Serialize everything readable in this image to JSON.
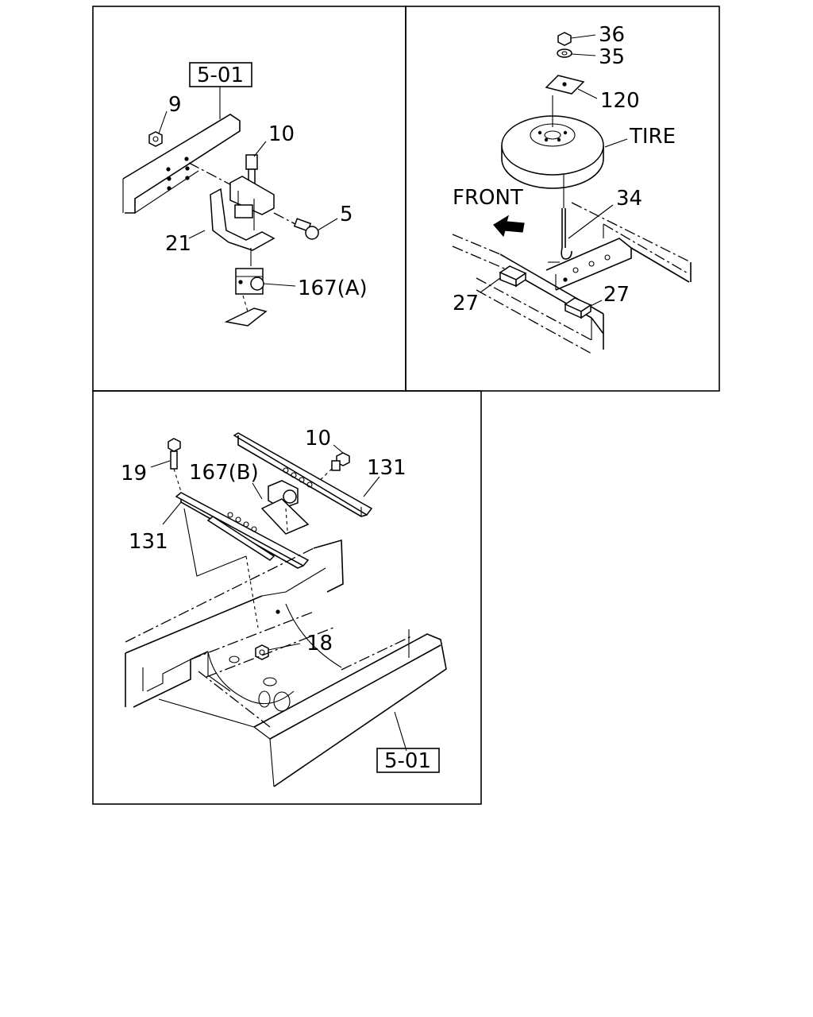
{
  "panels": {
    "top_left": {
      "reference": "5-01",
      "callouts": [
        "9",
        "10",
        "5",
        "21",
        "167(A)"
      ]
    },
    "top_right": {
      "callouts": [
        "36",
        "35",
        "120",
        "TIRE",
        "34",
        "27",
        "27"
      ],
      "direction_label": "FRONT"
    },
    "bottom": {
      "reference": "5-01",
      "callouts": [
        "10",
        "19",
        "167(B)",
        "131",
        "131",
        "18"
      ]
    }
  }
}
